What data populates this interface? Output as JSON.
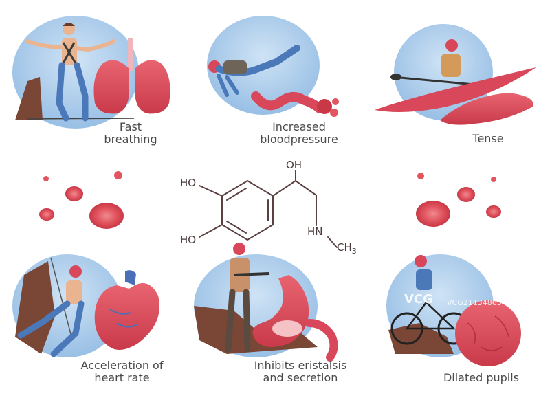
{
  "effects": [
    {
      "line1": "Fast",
      "line2": "breathing"
    },
    {
      "line1": "Increased",
      "line2": "bloodpressure"
    },
    {
      "line1": "Tense",
      "line2": ""
    },
    {
      "line1": "Acceleration of",
      "line2": "heart rate"
    },
    {
      "line1": "Inhibits eristalsis",
      "line2": "and secretion"
    },
    {
      "line1": "Dilated pupils",
      "line2": ""
    }
  ],
  "molecule": {
    "ho_top": "HO",
    "ho_bottom": "HO",
    "oh": "OH",
    "hn": "HN",
    "ch": "CH",
    "sub3": "3"
  },
  "watermark": {
    "brand": "VCG",
    "id": "VCG211348634417"
  },
  "colors": {
    "text": "#4a4a4a",
    "organ_red": "#d9485a",
    "blood_cell": "#e0505e",
    "sky_blue": "#9cc4e8",
    "bond": "#5a4040"
  }
}
